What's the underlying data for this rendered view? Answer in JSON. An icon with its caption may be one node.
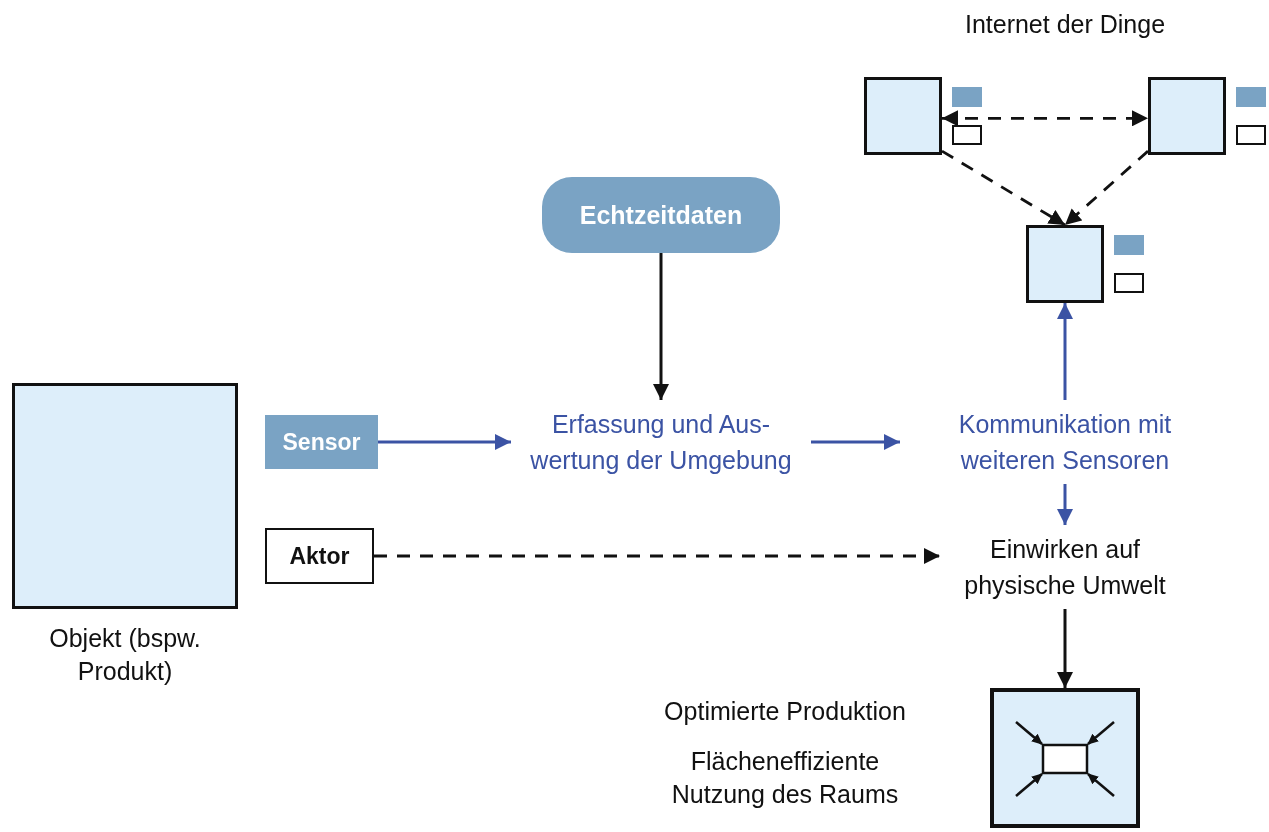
{
  "diagram": {
    "nodes": [
      {
        "text": [],
        "shape": "box"
      },
      {
        "text": [],
        "shape": "box"
      },
      {
        "text": [],
        "shape": "box"
      },
      {
        "text": [
          "Echtzeitdaten"
        ]
      },
      {
        "text": [],
        "shape": "box",
        "beside": [
          "Objekt (bspw. Produkt)"
        ]
      },
      {
        "text": [
          "Sensor"
        ]
      },
      {
        "text": [
          "Erfassung und Aus- wertung der Umgebung"
        ]
      },
      {
        "text": [
          "Kommunikation mit weiteren Sensoren"
        ]
      },
      {
        "text": [
          "Aktor"
        ]
      },
      {
        "text": [
          "Einwirken auf physische Umwelt"
        ]
      },
      {
        "text": [],
        "shape": "box",
        "beside": [
          "Optimierte Produktion",
          "Flächeneffiziente Nutzung des Raums"
        ]
      }
    ],
    "edges": [
      {
        "from": 0,
        "to": 1,
        "arrow": "both",
        "style": "dashed"
      },
      {
        "from": 0,
        "to": 2,
        "arrow": "to",
        "style": "dashed"
      },
      {
        "from": 1,
        "to": 2,
        "arrow": "to",
        "style": "dashed"
      },
      {
        "from": 3,
        "to": 6,
        "arrow": "to"
      },
      {
        "from": 5,
        "to": 6,
        "arrow": "to",
        "color": "#3b53a4"
      },
      {
        "from": 6,
        "to": 7,
        "arrow": "to",
        "color": "#3b53a4"
      },
      {
        "from": 7,
        "to": 2,
        "arrow": "to",
        "color": "#3b53a4"
      },
      {
        "from": 7,
        "to": 9,
        "arrow": "to",
        "color": "#3b53a4"
      },
      {
        "from": 8,
        "to": 9,
        "arrow": "to",
        "style": "dashed"
      },
      {
        "from": 9,
        "to": 10,
        "arrow": "to"
      }
    ],
    "labels": [
      "Internet der Dinge"
    ]
  }
}
